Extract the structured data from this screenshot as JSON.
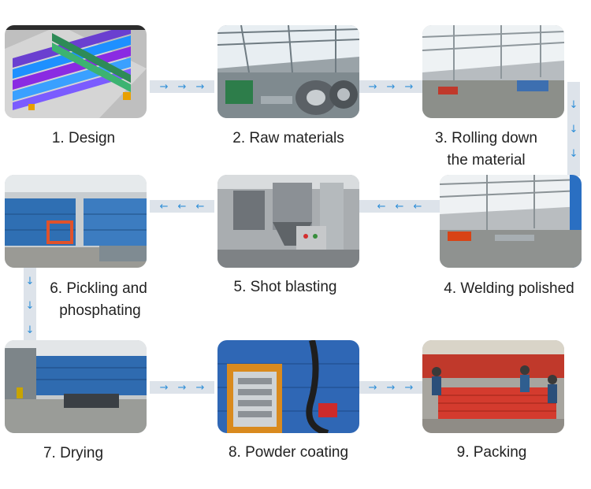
{
  "colors": {
    "arrow": "#2f8fd8",
    "connector": "#dde3ea",
    "text": "#222222"
  },
  "steps": [
    {
      "label": "1. Design",
      "photo": "design-rendering"
    },
    {
      "label": "2. Raw materials",
      "photo": "steel-coils-warehouse"
    },
    {
      "label": "3. Rolling down",
      "label2": "the material",
      "photo": "rolling-machine-workshop"
    },
    {
      "label": "4. Welding polished",
      "photo": "welding-workshop"
    },
    {
      "label": "5. Shot blasting",
      "photo": "shot-blasting-machine"
    },
    {
      "label": "6. Pickling and",
      "label2": "phosphating",
      "photo": "pickling-line"
    },
    {
      "label": "7. Drying",
      "photo": "drying-area"
    },
    {
      "label": "8.  Powder coating",
      "photo": "powder-coating-booth"
    },
    {
      "label": "9. Packing",
      "photo": "packing-red-racks"
    }
  ],
  "arrows": {
    "right": "→",
    "left": "←",
    "down": "↓"
  }
}
